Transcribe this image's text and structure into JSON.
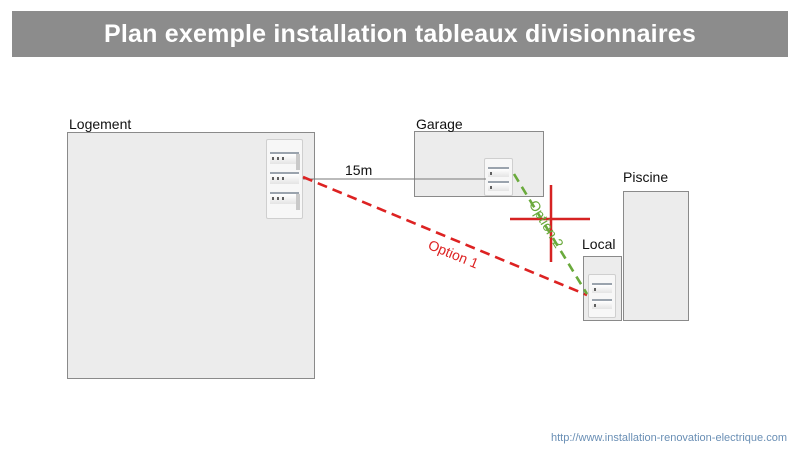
{
  "title": "Plan exemple installation tableaux divisionnaires",
  "rooms": {
    "logement": "Logement",
    "garage": "Garage",
    "piscine": "Piscine",
    "local": "Local"
  },
  "links": {
    "cable_length": "15m",
    "option1": "Option 1",
    "option2": "Option 2"
  },
  "colors": {
    "title_bg": "#8c8c8c",
    "option1": "#dd2222",
    "option2": "#6aaa3c",
    "cross": "#d62222"
  },
  "icons": [
    "electrical-panel-icon",
    "rejected-cross-icon"
  ],
  "footer_url": "http://www.installation-renovation-electrique.com"
}
